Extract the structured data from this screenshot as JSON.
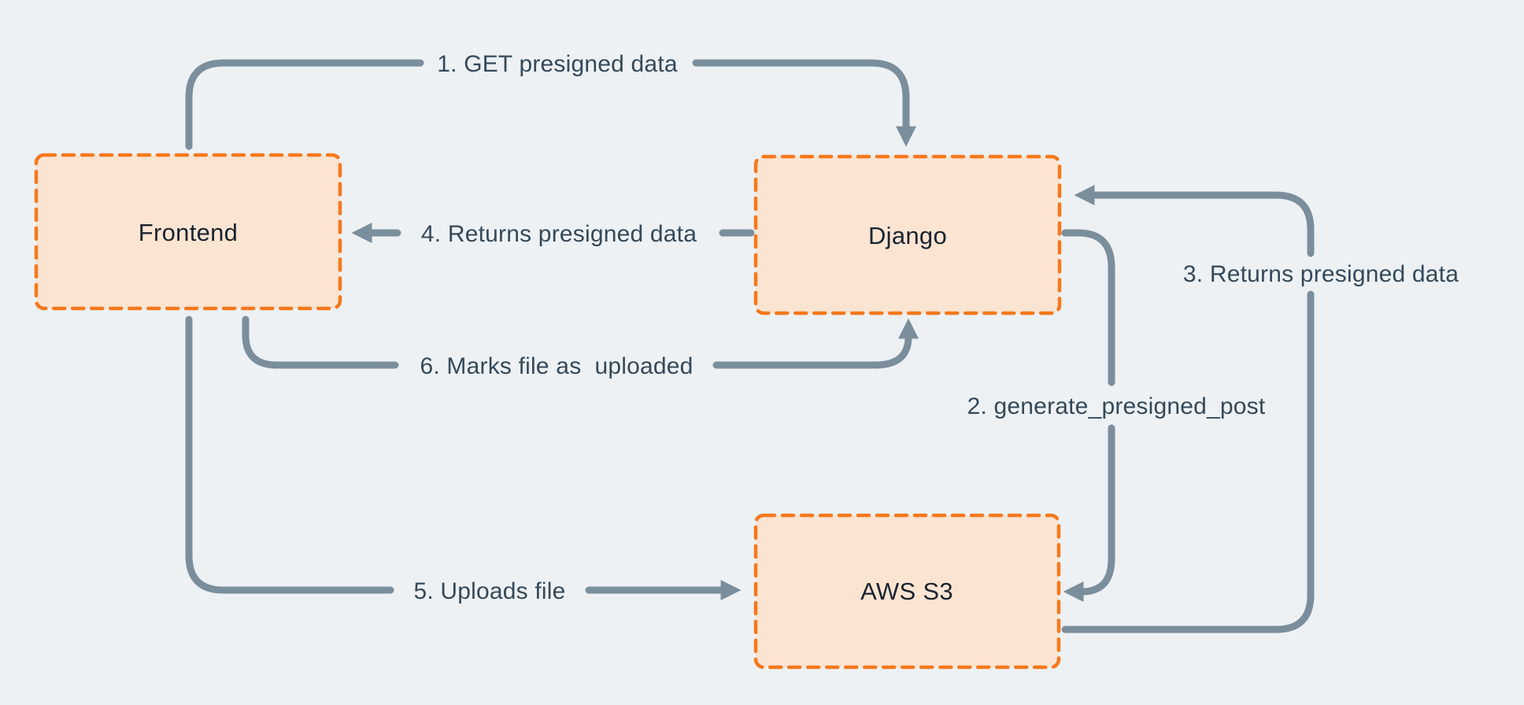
{
  "diagram": {
    "nodes": [
      {
        "id": "frontend",
        "label": "Frontend"
      },
      {
        "id": "django",
        "label": "Django"
      },
      {
        "id": "aws-s3",
        "label": "AWS S3"
      }
    ],
    "edges": [
      {
        "order": "1",
        "label": "1. GET presigned data",
        "from": "Frontend",
        "to": "Django"
      },
      {
        "order": "2",
        "label": "2. generate_presigned_post",
        "from": "Django",
        "to": "AWS S3"
      },
      {
        "order": "3",
        "label": "3. Returns presigned data",
        "from": "AWS S3",
        "to": "Django"
      },
      {
        "order": "4",
        "label": "4. Returns presigned data",
        "from": "Django",
        "to": "Frontend"
      },
      {
        "order": "5",
        "label": "5. Uploads file",
        "from": "Frontend",
        "to": "AWS S3"
      },
      {
        "order": "6",
        "label": "6. Marks file as  uploaded",
        "from": "Frontend",
        "to": "Django"
      }
    ],
    "colors": {
      "background": "#edf1f4",
      "node_fill": "#fce4d2",
      "node_stroke": "#f5791d",
      "node_text": "#1a2430",
      "arrow": "#7b8e9c",
      "label_text": "#34495a"
    }
  }
}
